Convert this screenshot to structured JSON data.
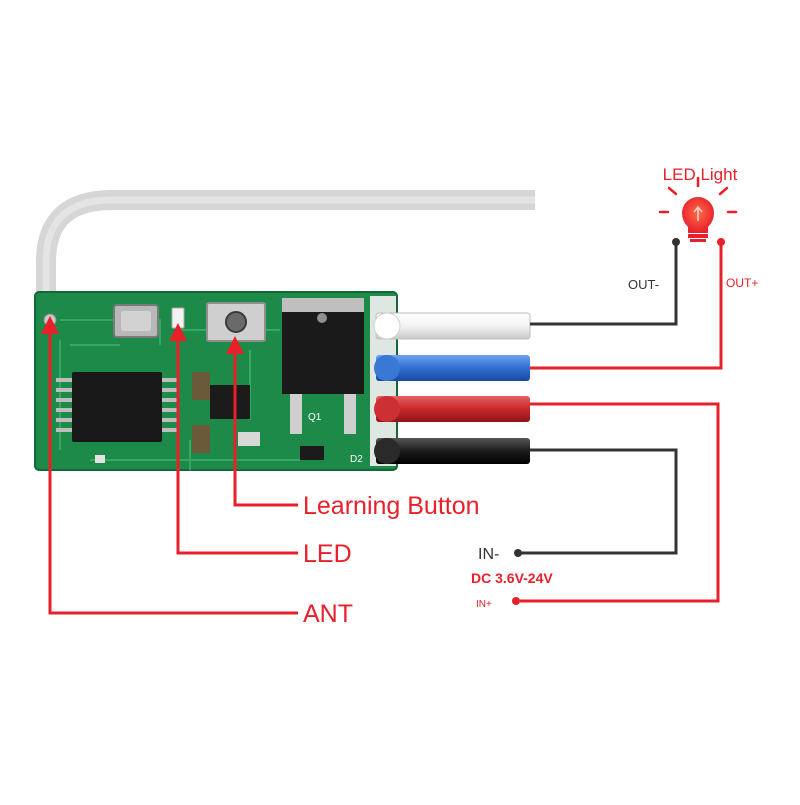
{
  "colors": {
    "red": "#e8202a",
    "dark": "#333333",
    "pcb_green": "#1e8a4a",
    "antenna_gray": "#d6d6d6",
    "wire_white": "#f4f4f4",
    "wire_blue": "#2f6fd0",
    "wire_red": "#c8282c",
    "wire_black": "#1c1c1c"
  },
  "labels": {
    "led_light": "LED Light",
    "out_minus": "OUT-",
    "out_plus": "OUT+",
    "learning_button": "Learning Button",
    "led": "LED",
    "ant": "ANT",
    "in_minus": "IN-",
    "dc_range": "DC 3.6V-24V",
    "in_plus": "IN+"
  },
  "pcb_marks": {
    "q1": "Q1",
    "d2": "D2"
  }
}
